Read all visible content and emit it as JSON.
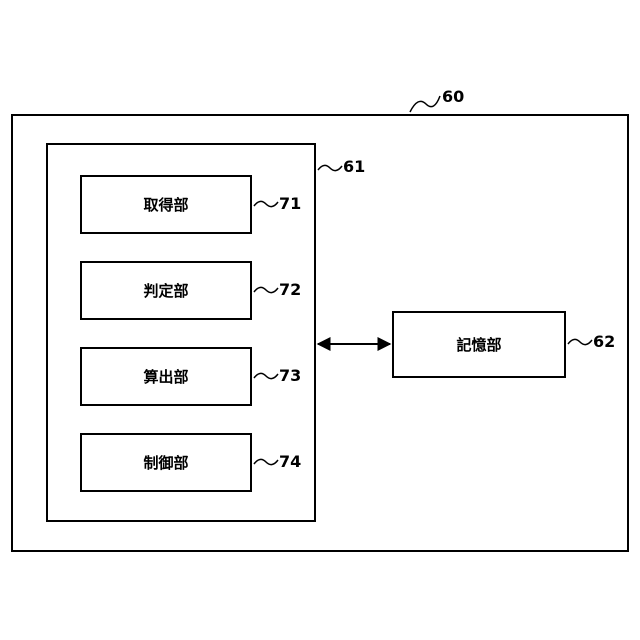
{
  "device": {
    "ref": "60",
    "controller": {
      "ref": "61",
      "units": [
        {
          "label": "取得部",
          "ref": "71"
        },
        {
          "label": "判定部",
          "ref": "72"
        },
        {
          "label": "算出部",
          "ref": "73"
        },
        {
          "label": "制御部",
          "ref": "74"
        }
      ]
    },
    "storage": {
      "label": "記憶部",
      "ref": "62"
    }
  }
}
